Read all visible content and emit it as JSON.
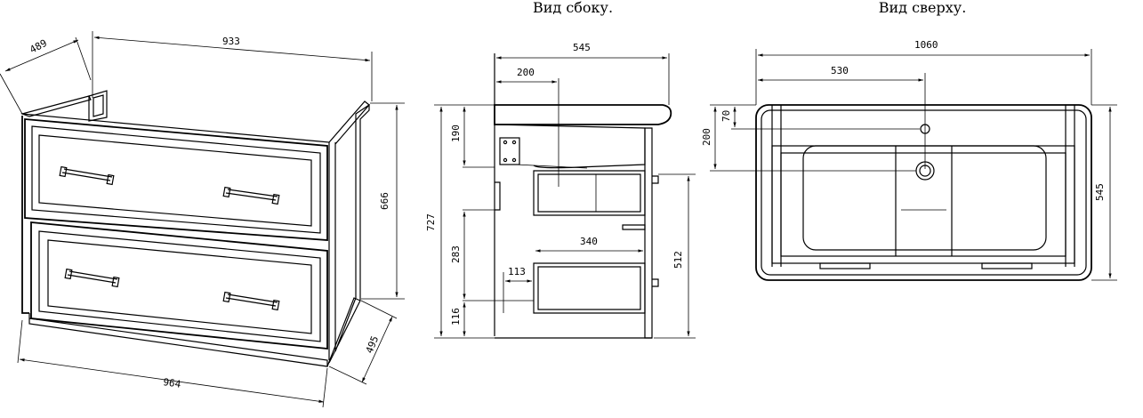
{
  "titles": {
    "side_view": "Вид сбоку.",
    "top_view": "Вид сверху."
  },
  "iso_view": {
    "dims": {
      "top_depth": "489",
      "top_width": "933",
      "height": "666",
      "base_depth": "495",
      "base_width": "964"
    }
  },
  "side_view": {
    "dims": {
      "top_width": "545",
      "offset_200": "200",
      "height_total": "727",
      "h_190": "190",
      "h_283": "283",
      "h_116": "116",
      "inner_340": "340",
      "inner_113": "113",
      "h_512": "512"
    }
  },
  "top_view": {
    "dims": {
      "width_1060": "1060",
      "offset_530": "530",
      "depth_545": "545",
      "h_70": "70",
      "h_200": "200"
    }
  }
}
